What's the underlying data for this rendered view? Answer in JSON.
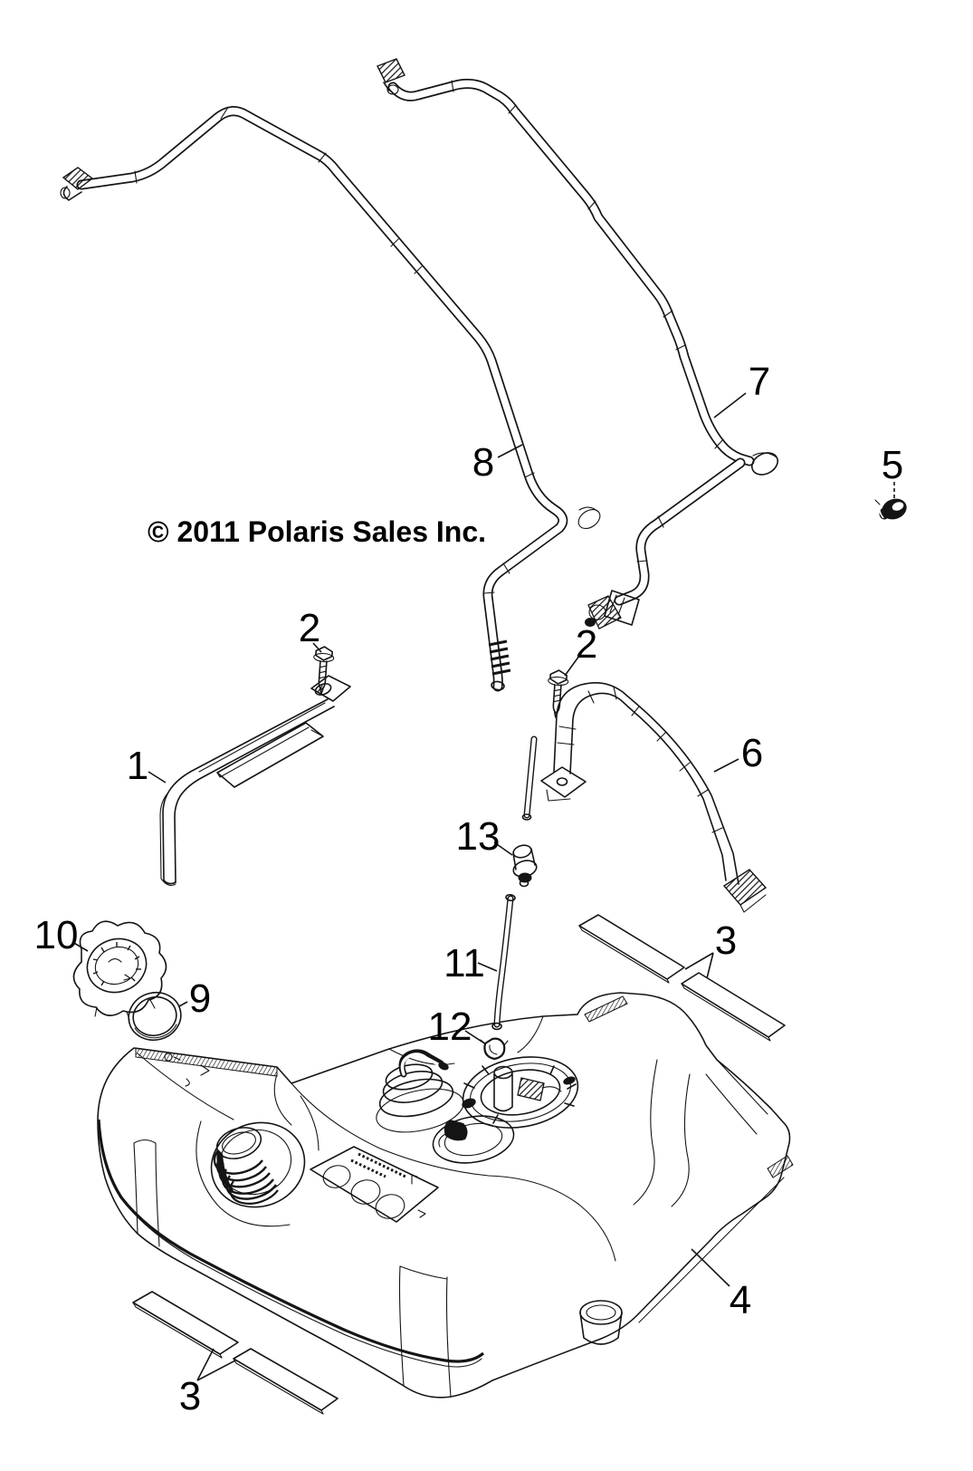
{
  "page": {
    "background": "#ffffff",
    "line_color": "#151515",
    "text_color": "#000000"
  },
  "copyright": "© 2011 Polaris Sales Inc.",
  "callouts": [
    {
      "label": "1"
    },
    {
      "label": "2"
    },
    {
      "label": "2"
    },
    {
      "label": "3"
    },
    {
      "label": "3"
    },
    {
      "label": "4"
    },
    {
      "label": "5"
    },
    {
      "label": "6"
    },
    {
      "label": "7"
    },
    {
      "label": "8"
    },
    {
      "label": "9"
    },
    {
      "label": "10"
    },
    {
      "label": "11"
    },
    {
      "label": "12"
    },
    {
      "label": "13"
    }
  ]
}
